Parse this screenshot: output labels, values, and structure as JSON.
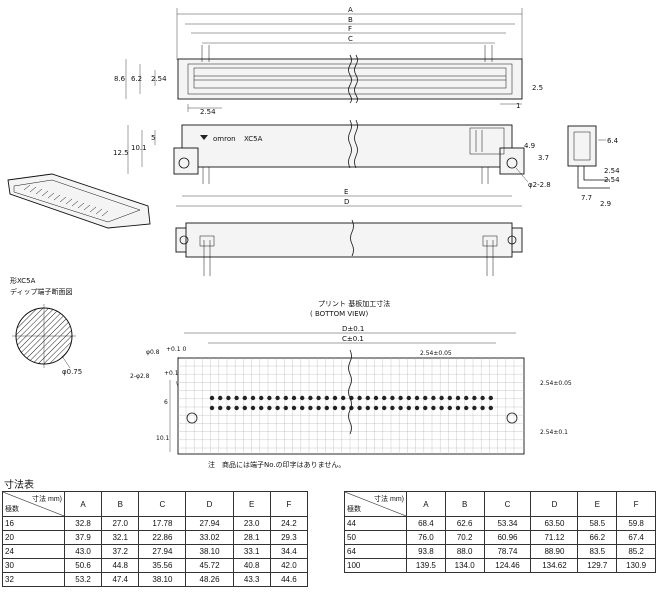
{
  "drawing": {
    "top_dims": [
      "A",
      "B",
      "F",
      "C"
    ],
    "top_heights": [
      "8.6",
      "6.2",
      "2.54"
    ],
    "top_pitch_left": "2.54",
    "top_pitch_right": "2.5",
    "top_tail_right": "1",
    "logo_brand": "omron",
    "logo_model": "XC5A",
    "side_height_outer": "12.5",
    "side_height_inner": "10.1",
    "side_small_5": "5",
    "side_small_49": "4.9",
    "side_small_37": "3.7",
    "side_hole": "φ2-2.8",
    "side_dims": [
      "E",
      "D"
    ],
    "end_dims": [
      "6.4",
      "2.54",
      "2.54",
      "7.7",
      "2.9"
    ],
    "dip_title_line1": "形XC5A",
    "dip_title_line2": "ディップ端子断面図",
    "dip_diameter": "φ0.75",
    "pcb_title": "プリント 基板加工寸法",
    "pcb_subtitle": "( BOTTOM VIEW)",
    "pcb_D": "D±0.1",
    "pcb_C": "C±0.1",
    "pcb_hole1": "φ0.8",
    "pcb_hole1_tol": "+0.1 0",
    "pcb_hole2": "2-φ2.8",
    "pcb_hole2_tol": "+0.1 0",
    "pcb_pitch_top": "2.54±0.05",
    "pcb_pitch_right1": "2.54±0.05",
    "pcb_pitch_right2": "2.54±0.1",
    "pcb_dim_6": "6",
    "pcb_dim_101": "10.1",
    "note": "注　商品には端子No.の印字はありません。"
  },
  "table": {
    "title": "寸法表",
    "corner_upper": "寸法 mm)",
    "corner_lower": "極数",
    "columns": [
      "A",
      "B",
      "C",
      "D",
      "E",
      "F"
    ],
    "left_rows": [
      [
        "16",
        "32.8",
        "27.0",
        "17.78",
        "27.94",
        "23.0",
        "24.2"
      ],
      [
        "20",
        "37.9",
        "32.1",
        "22.86",
        "33.02",
        "28.1",
        "29.3"
      ],
      [
        "24",
        "43.0",
        "37.2",
        "27.94",
        "38.10",
        "33.1",
        "34.4"
      ],
      [
        "30",
        "50.6",
        "44.8",
        "35.56",
        "45.72",
        "40.8",
        "42.0"
      ],
      [
        "32",
        "53.2",
        "47.4",
        "38.10",
        "48.26",
        "43.3",
        "44.6"
      ]
    ],
    "right_rows": [
      [
        "44",
        "68.4",
        "62.6",
        "53.34",
        "63.50",
        "58.5",
        "59.8"
      ],
      [
        "50",
        "76.0",
        "70.2",
        "60.96",
        "71.12",
        "66.2",
        "67.4"
      ],
      [
        "64",
        "93.8",
        "88.0",
        "78.74",
        "88.90",
        "83.5",
        "85.2"
      ],
      [
        "100",
        "139.5",
        "134.0",
        "124.46",
        "134.62",
        "129.7",
        "130.9"
      ]
    ]
  }
}
